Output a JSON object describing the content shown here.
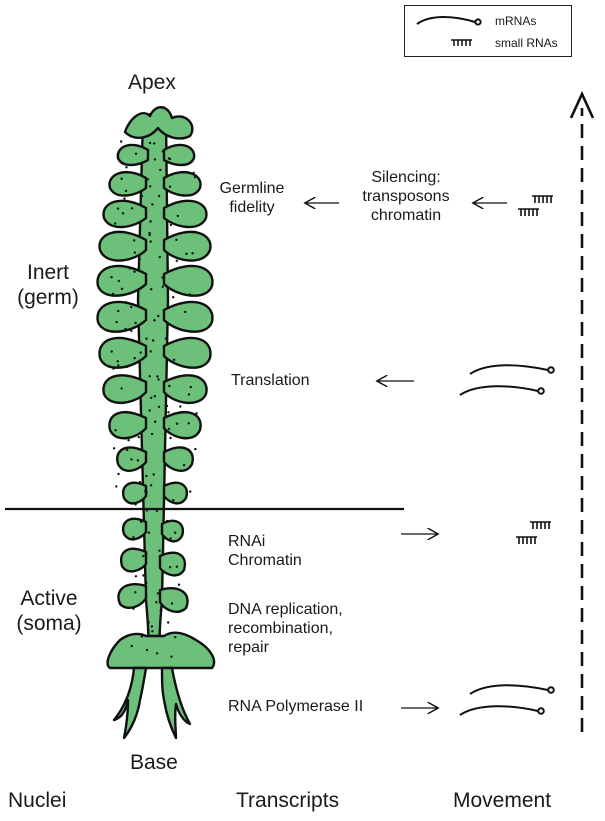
{
  "legend": {
    "mrna_label": "mRNAs",
    "small_rna_label": "small RNAs"
  },
  "plant": {
    "apex_label": "Apex",
    "base_label": "Base",
    "fill_color": "#6cc07a",
    "outline_color": "#111111"
  },
  "regions": {
    "inert": [
      "Inert",
      "(germ)"
    ],
    "active": [
      "Active",
      "(soma)"
    ]
  },
  "processes": {
    "germline": [
      "Germline",
      "fidelity"
    ],
    "silencing": [
      "Silencing:",
      "transposons",
      "chromatin"
    ],
    "translation": "Translation",
    "rnai": [
      "RNAi",
      "Chromatin"
    ],
    "dna": [
      "DNA replication,",
      "recombination,",
      "repair"
    ],
    "polymerase": "RNA Polymerase II"
  },
  "columns": {
    "nuclei": "Nuclei",
    "transcripts": "Transcripts",
    "movement": "Movement"
  },
  "icons": {
    "mrna": "mrna-squiggle-icon",
    "small_rna": "small-rna-comb-icon",
    "arrow": "left-arrow-icon"
  }
}
